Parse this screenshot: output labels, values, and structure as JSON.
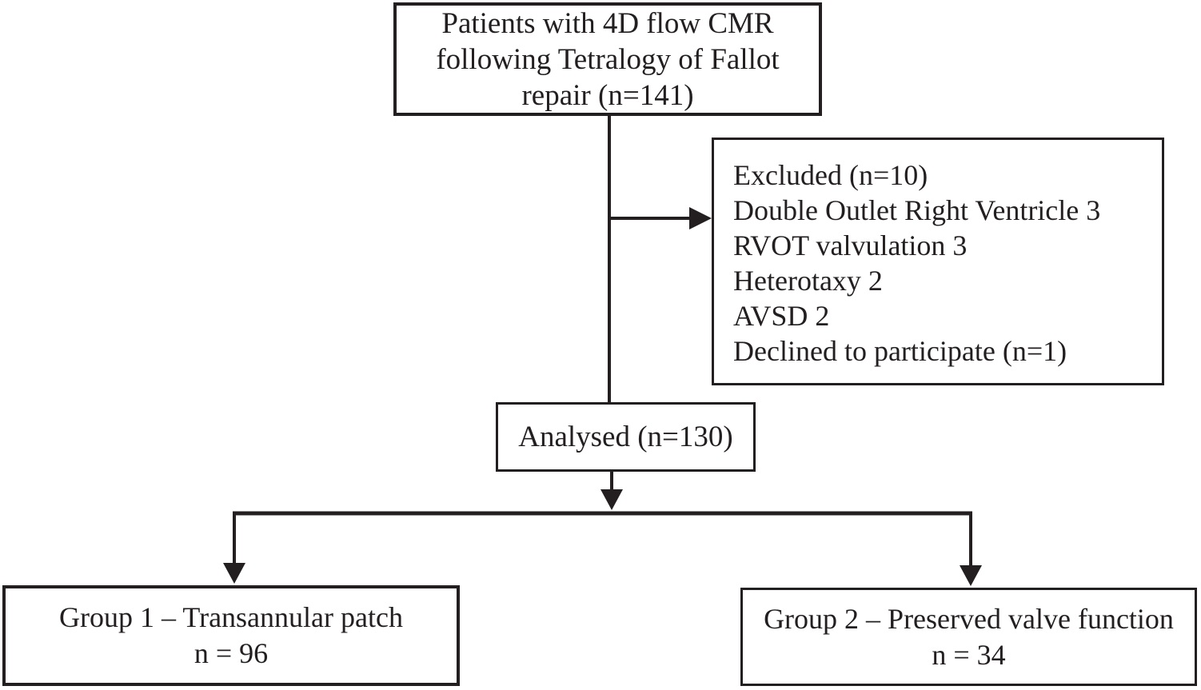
{
  "diagram": {
    "type": "flowchart",
    "boxes": {
      "patients": {
        "lines": [
          "Patients with 4D flow CMR",
          "following Tetralogy of Fallot",
          "repair (n=141)"
        ],
        "n": 141
      },
      "excluded": {
        "lines": [
          "Excluded (n=10)",
          "Double Outlet Right Ventricle 3",
          "RVOT valvulation 3",
          "Heterotaxy 2",
          "AVSD 2",
          "Declined to participate (n=1)"
        ],
        "n": 10
      },
      "analysed": {
        "label": "Analysed (n=130)",
        "n": 130
      },
      "group1": {
        "lines": [
          "Group 1 – Transannular patch",
          "n = 96"
        ],
        "n": 96
      },
      "group2": {
        "lines": [
          "Group 2 – Preserved valve function",
          "n = 34"
        ],
        "n": 34
      }
    },
    "colors": {
      "ink": "#231f20",
      "background": "#ffffff"
    }
  }
}
